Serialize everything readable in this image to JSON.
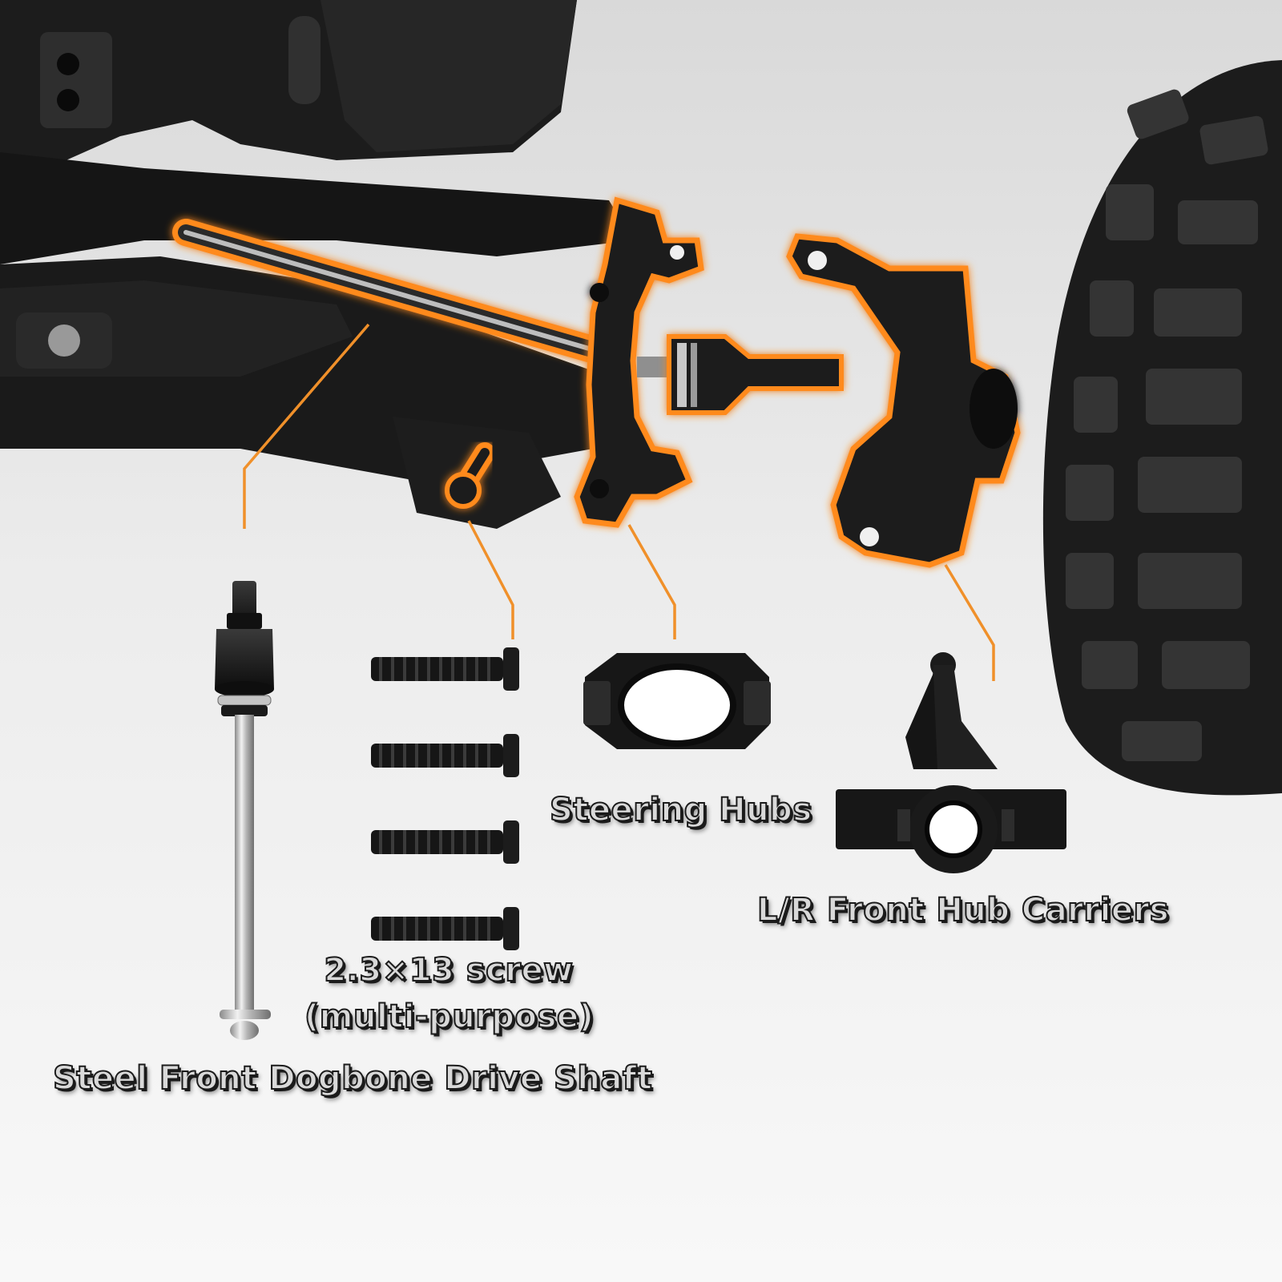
{
  "labels": {
    "steering_hubs": "Steering Hubs",
    "hub_carriers": "L/R Front Hub Carriers",
    "screw_line1": "2.3×13 screw",
    "screw_line2": "(multi-purpose)",
    "drive_shaft": "Steel Front Dogbone Drive Shaft"
  },
  "colors": {
    "highlight": "#ff8a1e",
    "leader": "#f0902a",
    "part": "#151515",
    "background": "#f4f4f4"
  },
  "parts": [
    {
      "name": "Steel Front Dogbone Drive Shaft",
      "icon": "dogbone-shaft"
    },
    {
      "name": "2.3×13 screw",
      "icon": "screw",
      "count": 4
    },
    {
      "name": "Steering Hubs",
      "icon": "steering-hub"
    },
    {
      "name": "L/R Front Hub Carriers",
      "icon": "hub-carrier"
    }
  ]
}
